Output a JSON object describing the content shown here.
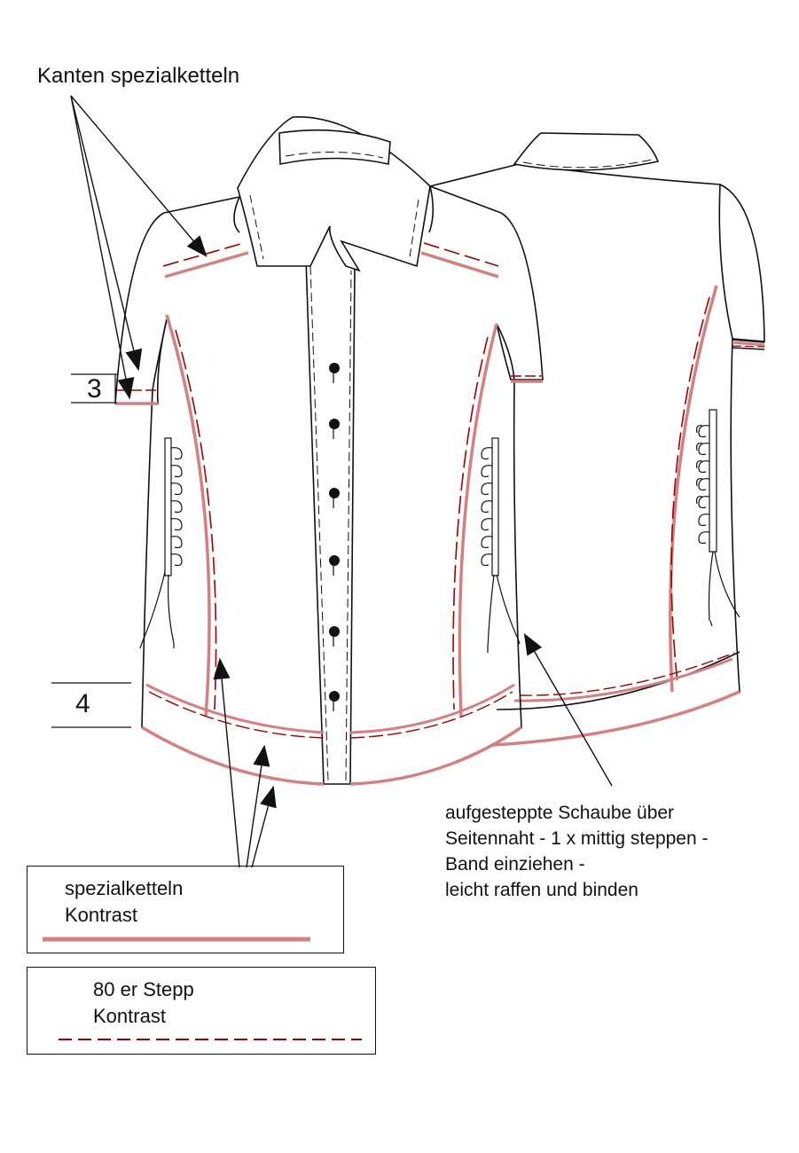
{
  "title_label": "Kanten spezialketteln",
  "dimensions": {
    "sleeve_hem": "3",
    "body_hem": "4"
  },
  "note": {
    "line1": "aufgesteppte Schaube über",
    "line2": "Seitennaht - 1 x mittig steppen -",
    "line3": "Band einziehen -",
    "line4": "leicht raffen und binden"
  },
  "legend": {
    "overlock": {
      "line1": "spezialketteln",
      "line2": "Kontrast",
      "color": "#d48080"
    },
    "stitch": {
      "line1": "80 er Stepp",
      "line2": "Kontrast",
      "color": "#a00000"
    }
  },
  "colors": {
    "outline": "#111111",
    "overlock": "#d48080",
    "stitch": "#a00000"
  },
  "icons": [
    "button-icon",
    "arrow-icon",
    "lacing-icon",
    "drawstring-icon"
  ]
}
